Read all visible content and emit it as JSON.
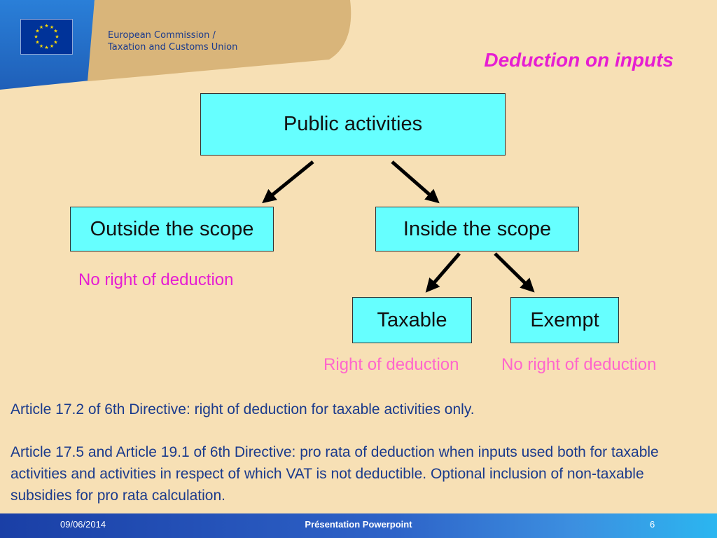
{
  "header": {
    "org_line1": "European Commission /",
    "org_line2": "Taxation and Customs Union",
    "title": "Deduction on inputs",
    "flag_icon": "eu-flag-icon"
  },
  "diagram": {
    "root": "Public activities",
    "outside": "Outside the scope",
    "inside": "Inside the scope",
    "taxable": "Taxable",
    "exempt": "Exempt",
    "note_outside": "No right of deduction",
    "note_taxable": "Right of deduction",
    "note_exempt": "No right of deduction"
  },
  "body": {
    "para1": "Article 17.2 of 6th Directive: right of deduction for taxable activities only.",
    "para2": "Article 17.5 and Article 19.1 of 6th Directive: pro rata of deduction when inputs used both for taxable activities and activities in respect of which VAT is not deductible. Optional inclusion of non-taxable subsidies for pro rata calculation."
  },
  "footer": {
    "date": "09/06/2014",
    "center": "Présentation Powerpoint",
    "page": "6"
  },
  "colors": {
    "background": "#f7e0b5",
    "box_fill": "#66ffff",
    "title": "#e61ed2",
    "note_pink": "#ff66cc",
    "text_blue": "#1a3a8c"
  }
}
